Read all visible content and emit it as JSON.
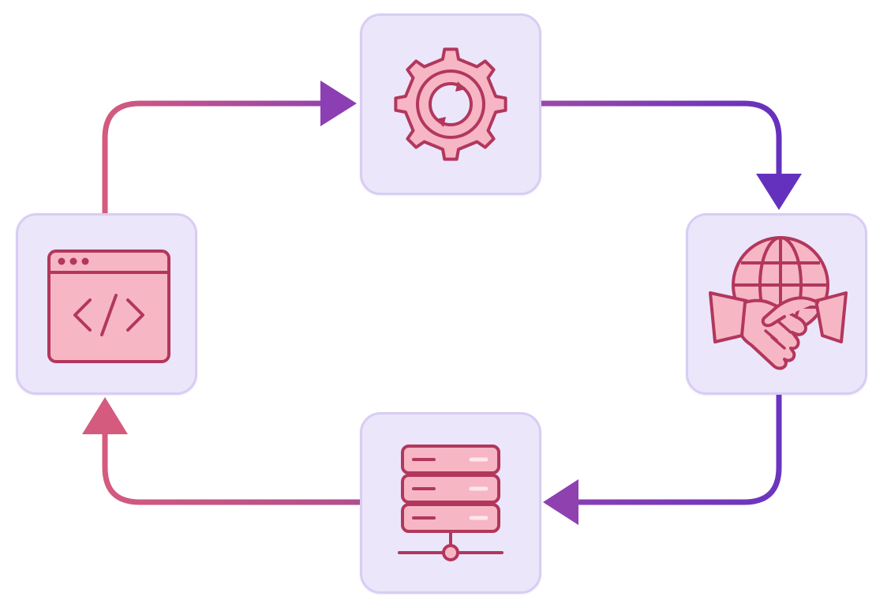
{
  "diagram": {
    "type": "cycle",
    "nodes": [
      {
        "id": "process",
        "icon": "gear-cycle-icon"
      },
      {
        "id": "partner",
        "icon": "globe-handshake-icon"
      },
      {
        "id": "server",
        "icon": "server-network-icon"
      },
      {
        "id": "code",
        "icon": "code-window-icon"
      }
    ],
    "edges": [
      {
        "from": "code",
        "to": "process"
      },
      {
        "from": "process",
        "to": "partner"
      },
      {
        "from": "partner",
        "to": "server"
      },
      {
        "from": "server",
        "to": "code"
      }
    ]
  },
  "colors": {
    "node_fill": "#ece6fb",
    "node_border": "#d8cdf3",
    "icon_fill": "#f7b6c4",
    "icon_stroke": "#b2375d",
    "arrow_pink": "#d45a7e",
    "arrow_purple": "#6a35bf"
  }
}
